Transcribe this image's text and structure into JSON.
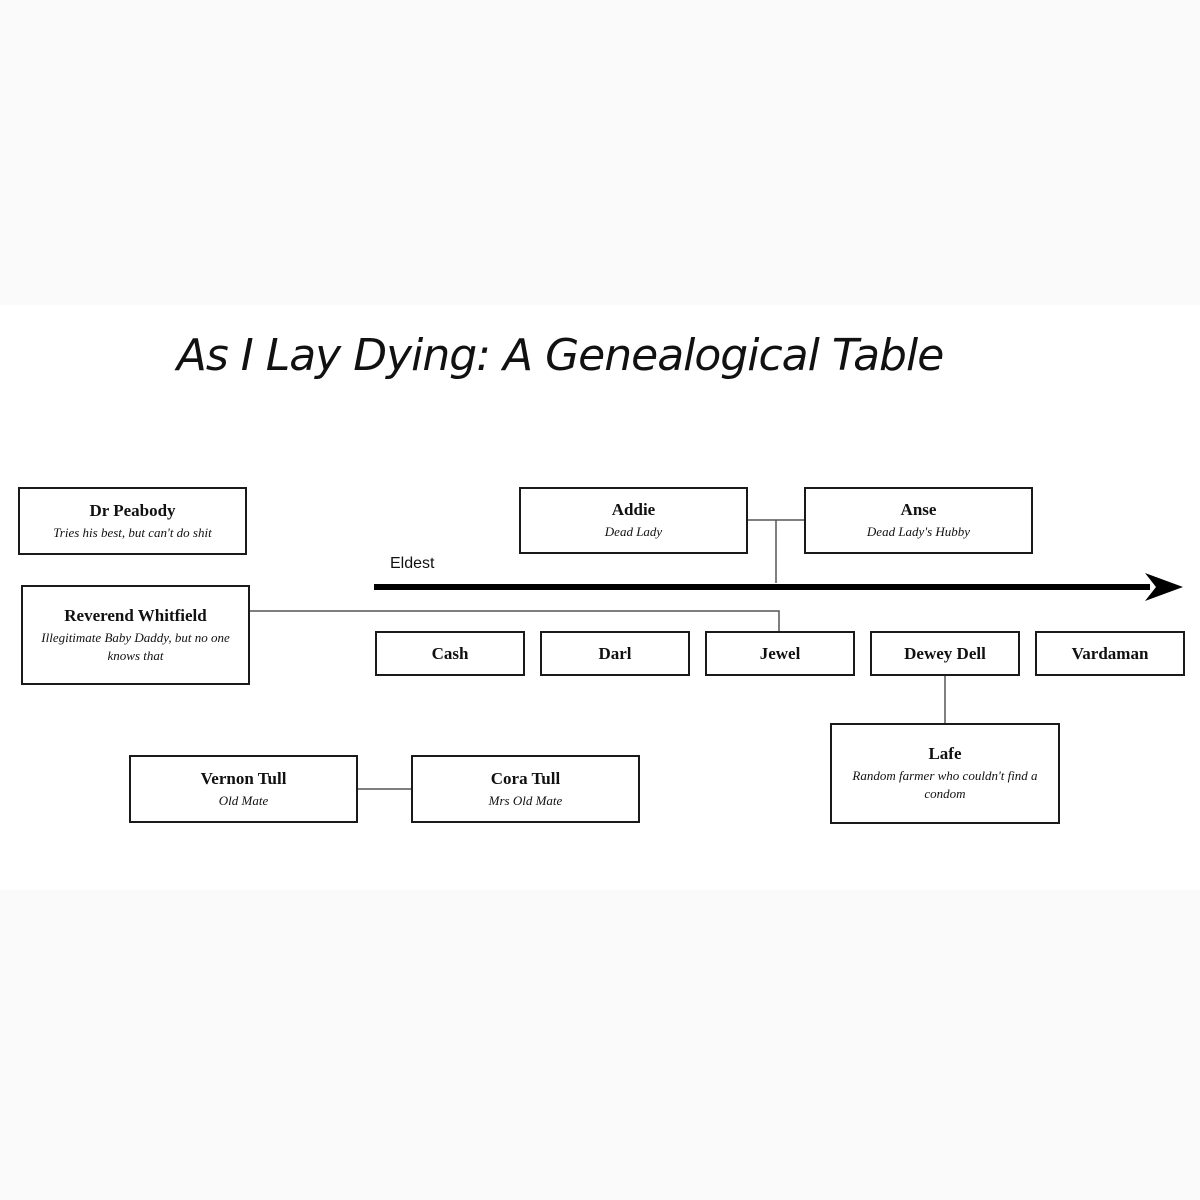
{
  "title": "As I Lay Dying: A Genealogical Table",
  "timeline_label": "Eldest",
  "nodes": {
    "peabody": {
      "name": "Dr Peabody",
      "desc": "Tries his best, but can't do shit"
    },
    "whitfield": {
      "name": "Reverend Whitfield",
      "desc": "Illegitimate Baby Daddy, but no one knows that"
    },
    "addie": {
      "name": "Addie",
      "desc": "Dead Lady"
    },
    "anse": {
      "name": "Anse",
      "desc": "Dead Lady's Hubby"
    },
    "cash": {
      "name": "Cash"
    },
    "darl": {
      "name": "Darl"
    },
    "jewel": {
      "name": "Jewel"
    },
    "dewey": {
      "name": "Dewey Dell"
    },
    "vardaman": {
      "name": "Vardaman"
    },
    "lafe": {
      "name": "Lafe",
      "desc": "Random farmer who couldn't find a condom"
    },
    "vernon": {
      "name": "Vernon Tull",
      "desc": "Old Mate"
    },
    "cora": {
      "name": "Cora Tull",
      "desc": "Mrs Old Mate"
    }
  }
}
